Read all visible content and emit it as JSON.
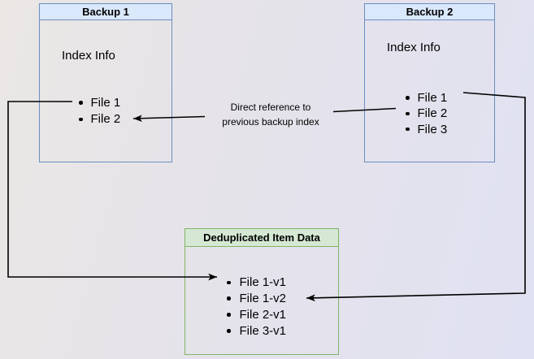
{
  "diagram": {
    "backup1": {
      "title": "Backup 1",
      "body_label": "Index Info",
      "items": [
        "File 1",
        "File 2"
      ]
    },
    "backup2": {
      "title": "Backup 2",
      "body_label": "Index Info",
      "items": [
        "File 1",
        "File 2",
        "File 3"
      ]
    },
    "dedup": {
      "title": "Deduplicated Item Data",
      "items": [
        "File 1-v1",
        "File 1-v2",
        "File 2-v1",
        "File 3-v1"
      ]
    },
    "edge_label": {
      "line1": "Direct reference to",
      "line2": "previous backup index"
    },
    "colors": {
      "blue_fill": "#dae8fc",
      "blue_border": "#6c8ebf",
      "green_fill": "#d5e8d4",
      "green_border": "#82b366",
      "arrow": "#000000"
    }
  }
}
